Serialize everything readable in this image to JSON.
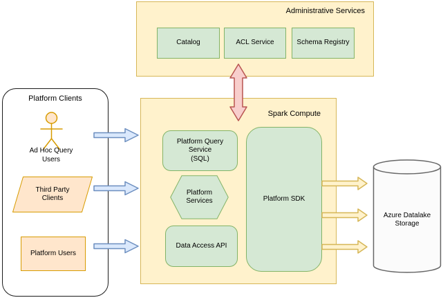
{
  "colors": {
    "yellow_fill": "#fff2cc",
    "yellow_stroke": "#d6b656",
    "green_fill": "#d5e8d4",
    "green_stroke": "#82b366",
    "orange_fill": "#ffe6cc",
    "orange_stroke": "#d79b00",
    "blue_fill": "#dae8fc",
    "blue_stroke": "#6c8ebf",
    "red_fill": "#f8cecc",
    "red_stroke": "#b85450",
    "cylinder_fill": "#fbfbfb",
    "cylinder_stroke": "#666666",
    "clients_stroke": "#1a1a1a"
  },
  "administrative_services": {
    "title": "Administrative Services",
    "services": [
      {
        "label": "Catalog"
      },
      {
        "label": "ACL Service"
      },
      {
        "label": "Schema Registry"
      }
    ]
  },
  "platform_clients": {
    "title": "Platform Clients",
    "ad_hoc_users_label": "Ad Hoc Query\nUsers",
    "third_party_label": "Third Party\nClients",
    "platform_users_label": "Platform Users"
  },
  "spark_compute": {
    "title": "Spark Compute",
    "query_service_label": "Platform Query\nService\n(SQL)",
    "platform_services_label": "Platform\nServices",
    "data_access_label": "Data Access API",
    "sdk_label": "Platform SDK"
  },
  "storage": {
    "label": "Azure Datalake\nStorage"
  },
  "arrows": {
    "clients_to_spark": {
      "name": "blue-right-arrow",
      "count": 3,
      "color": "#dae8fc"
    },
    "admin_spark_bidirectional": {
      "name": "red-vertical-double-arrow",
      "count": 1,
      "color": "#f8cecc"
    },
    "spark_to_storage": {
      "name": "yellow-right-arrow",
      "count": 3,
      "color": "#fff2cc"
    }
  }
}
